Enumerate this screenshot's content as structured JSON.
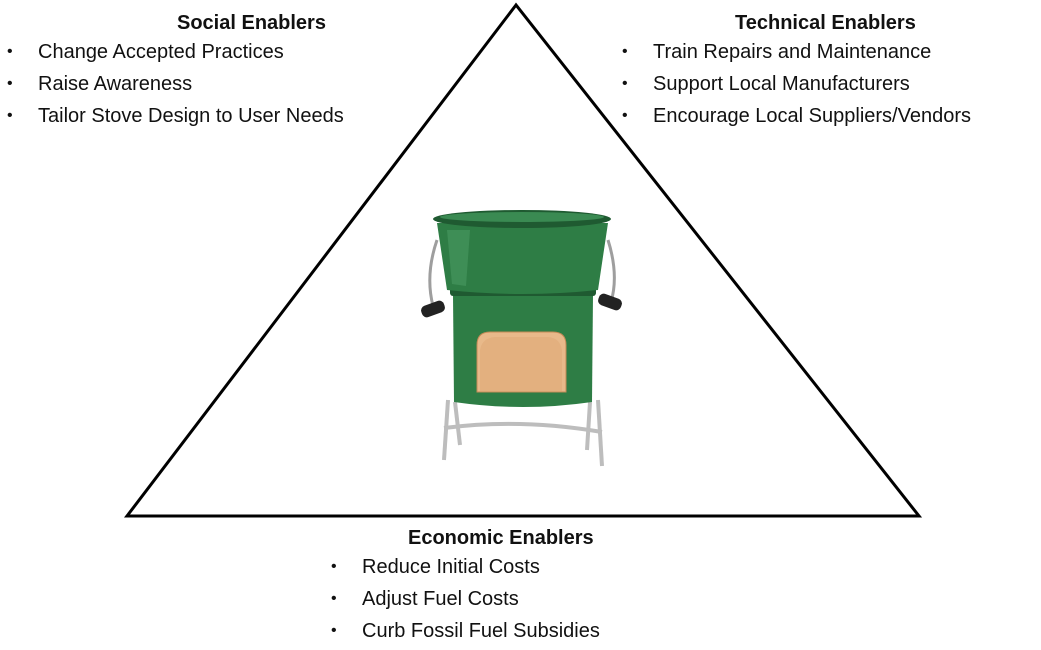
{
  "social": {
    "title": "Social Enablers",
    "items": [
      "Change Accepted Practices",
      "Raise Awareness",
      "Tailor Stove Design to User Needs"
    ]
  },
  "technical": {
    "title": "Technical Enablers",
    "items": [
      "Train Repairs and Maintenance",
      "Support Local Manufacturers",
      "Encourage Local Suppliers/Vendors"
    ]
  },
  "economic": {
    "title": "Economic Enablers",
    "items": [
      "Reduce Initial Costs",
      "Adjust Fuel Costs",
      "Curb Fossil Fuel Subsidies"
    ]
  },
  "bullet_char": "•",
  "colors": {
    "stove_body": "#2e7d45",
    "stove_dark": "#1f5a31",
    "firebox": "#e8b98a",
    "frame": "#c8c8c8",
    "triangle_stroke": "#000000"
  },
  "stove_image": "cookstove-illustration"
}
